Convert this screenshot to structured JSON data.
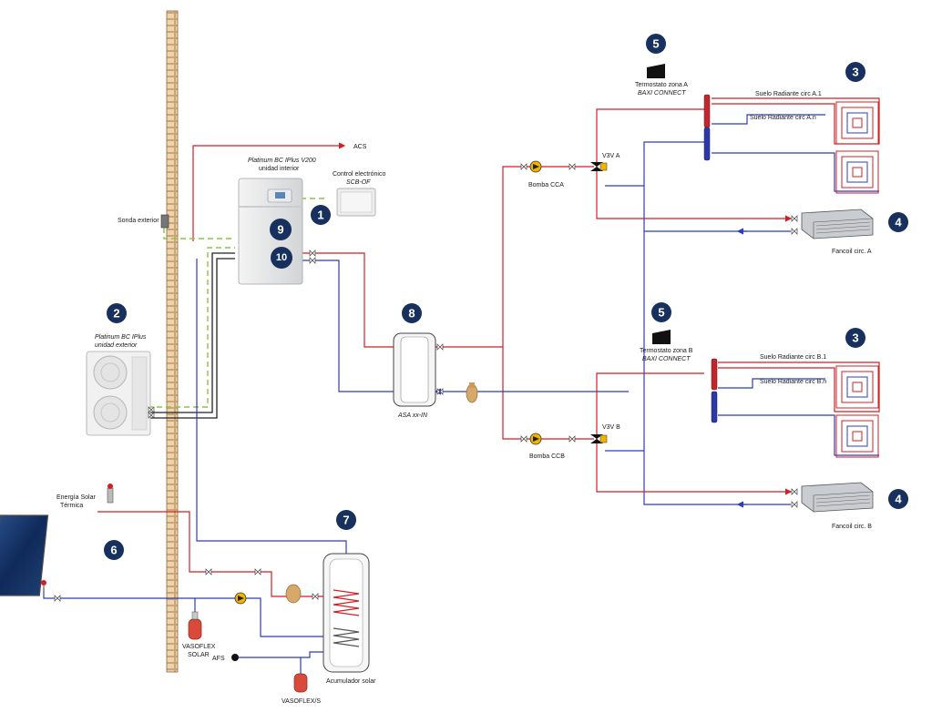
{
  "colors": {
    "hot_pipe": "#d21f26",
    "cold_pipe": "#2e3cb9",
    "control_link": "#8bc53f",
    "badge": "#17305e",
    "wall": "#e8c9a0"
  },
  "callouts": {
    "n1": "1",
    "n2": "2",
    "n3a": "3",
    "n3b": "3",
    "n4a": "4",
    "n4b": "4",
    "n5a": "5",
    "n5b": "5",
    "n6": "6",
    "n7": "7",
    "n8": "8",
    "n9": "9",
    "n10": "10"
  },
  "labels": {
    "acs": "ACS",
    "indoor_unit_line1": "Platinum BC IPlus V200",
    "indoor_unit_line2": "unidad interior",
    "control_line1": "Control electrónico",
    "control_line2": "SCB-OF",
    "outdoor_sensor": "Sonda exterior",
    "outdoor_unit_line1": "Platinum BC IPlus",
    "outdoor_unit_line2": "unidad exterior",
    "buffer_tank": "ASA xx-IN",
    "solar_line1": "Energía Solar",
    "solar_line2": "Térmica",
    "vasoflex_solar_line1": "VASOFLEX",
    "vasoflex_solar_line2": "SOLAR",
    "vasoflex_s": "VASOFLEX/S",
    "afs": "AFS",
    "solar_tank": "Acumulador solar",
    "thermostat_a_line1": "Termostato zona A",
    "thermostat_a_line2": "BAXI CONNECT",
    "thermostat_b_line1": "Termostato zona B",
    "thermostat_b_line2": "BAXI CONNECT",
    "pump_a": "Bomba CCA",
    "pump_b": "Bomba CCB",
    "valve_a": "V3V A",
    "valve_b": "V3V B",
    "floor_a1": "Suelo Radiante circ A.1",
    "floor_an": "Suelo Radiante circ A.n",
    "floor_b1": "Suelo Radiante circ B.1",
    "floor_bn": "Suelo Radiante circ B.n",
    "fancoil_a": "Fancoil circ. A",
    "fancoil_b": "Fancoil circ. B"
  }
}
